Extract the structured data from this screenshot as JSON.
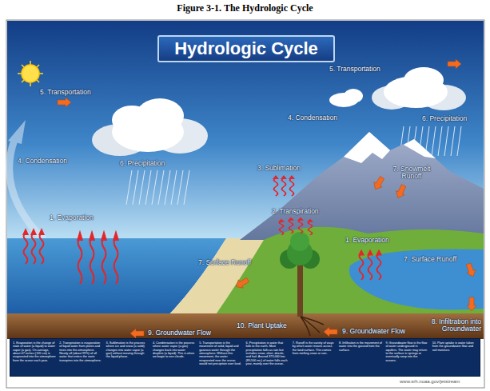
{
  "diagram": {
    "title": "Figure 3-1. The Hydrologic Cycle",
    "nodes": [
      {
        "text": [
          "Hydrologic Cycle"
        ]
      },
      {
        "text": [
          "1. Evaporation is the change of state of water (a liquid) to water vapor (a gas). On average, about 47 inches (120 cm) is evaporated into the atmosphere from the ocean each year.",
          "2. Transpiration is evaporation of liquid water from plants and trees into the atmosphere. Nearly all (about 99%) of all water that enters the roots transpires into the atmosphere.",
          "3. Sublimation is the process where ice and snow (a solid) changes into water vapor (a gas) without moving through the liquid phase.",
          "4. Condensation is the process where water vapor (a gas) changes back into water droplets (a liquid). This is when we begin to see clouds.",
          "5. Transportation is the movement of solid, liquid and gaseous water through the atmosphere. Without this movement, the water evaporated over the ocean would not precipitate over land.",
          "6. Precipitation is water that falls to the earth. Most precipitation falls as rain but includes snow, sleet, drizzle, and hail. Around 373,000 km³ (89,500 mi³) of water falls each year, mainly over the ocean.",
          "7. Runoff is the variety of ways by which water moves across the land surface. This comes from melting snow or rain.",
          "8. Infiltration is the movement of water into the ground from the surface.",
          "9. Groundwater flow is the flow of water underground in aquifers. The water may return to the surface in springs or eventually seep into the oceans.",
          "10. Plant uptake is water taken from the groundwater flow and soil moisture."
        ]
      }
    ],
    "labels": [
      "5. Transportation",
      "5. Transportation",
      "4. Condensation",
      "6. Precipitation",
      "4. Condensation",
      "6. Precipitation",
      "3. Sublimation",
      "7. Snowmelt Runoff",
      "2. Transpiration",
      "1. Evaporation",
      "1. Evaporation",
      "7. Surface Runoff",
      "7. Surface Runoff",
      "8. Infiltration into Groundwater",
      "10. Plant Uptake",
      "9. Groundwater Flow",
      "9. Groundwater Flow",
      "www.srh.noaa.gov/jetstream"
    ]
  }
}
